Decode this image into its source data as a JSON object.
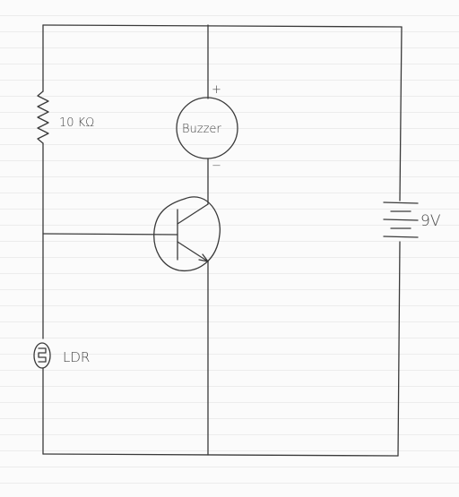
{
  "labels": {
    "resistor": "10 KΩ",
    "buzzer": "Buzzer",
    "buzzer_plus": "+",
    "buzzer_minus": "−",
    "battery": "9V",
    "ldr": "LDR"
  }
}
